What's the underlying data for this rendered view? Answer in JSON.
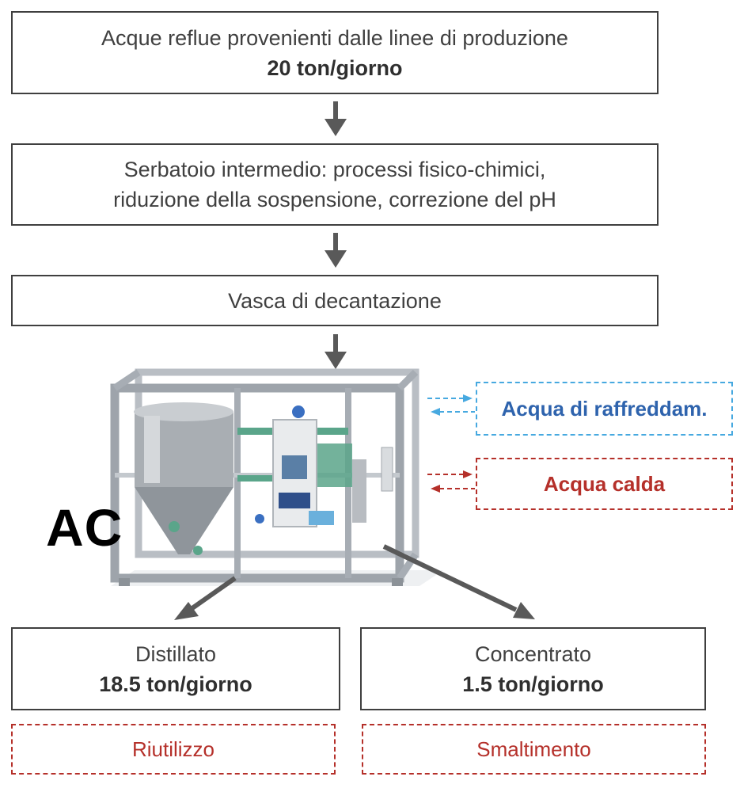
{
  "step1": {
    "line1": "Acque reflue provenienti dalle linee di produzione",
    "line2": "20 ton/giorno"
  },
  "step2": {
    "line1": "Serbatoio intermedio: processi fisico-chimici,",
    "line2": "riduzione della sospensione, correzione del pH"
  },
  "step3": {
    "label": "Vasca di decantazione"
  },
  "unit_label": "AC",
  "cooling_water": {
    "label": "Acqua di raffreddam.",
    "color": "#47a9e0"
  },
  "hot_water": {
    "label": "Acqua calda",
    "color": "#b5302a"
  },
  "output_distillate": {
    "title": "Distillato",
    "flow": "18.5 ton/giorno",
    "destination": "Riutilizzo"
  },
  "output_concentrate": {
    "title": "Concentrato",
    "flow": "1.5 ton/giorno",
    "destination": "Smaltimento"
  },
  "colors": {
    "arrow": "#595959",
    "box_border": "#3f3f3f",
    "accent_red": "#b5302a",
    "accent_blue": "#2e63ad"
  },
  "equipment_image": {
    "icon": "evaporator-plant-illustration"
  }
}
